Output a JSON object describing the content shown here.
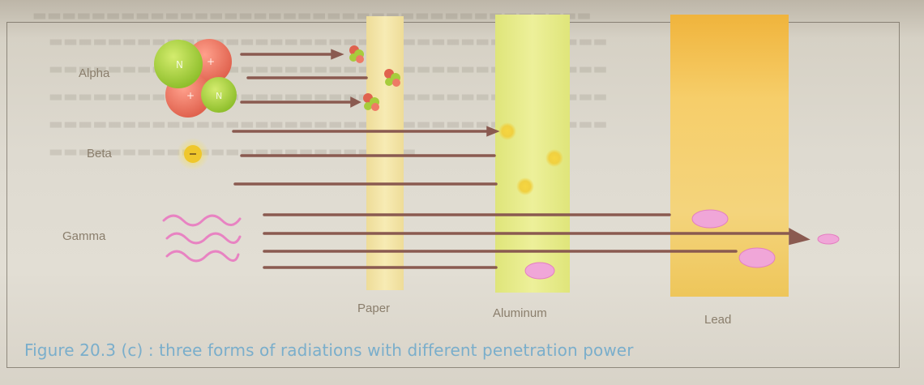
{
  "labels": {
    "alpha": "Alpha",
    "beta": "Beta",
    "gamma": "Gamma",
    "paper": "Paper",
    "aluminum": "Aluminum",
    "lead": "Lead"
  },
  "caption": "Figure 20.3 (c) : three forms of radiations with different penetration power",
  "colors": {
    "arrow": "#8a5a50",
    "alpha_green": "#a7cc3c",
    "alpha_red": "#ee7a66",
    "beta_yellow": "#f2d23a",
    "gamma_pink": "#e986c4",
    "paper": "#f5e7a6",
    "aluminum": "#e8ec8a",
    "lead": "#f1c24e",
    "caption": "#7aaecb"
  },
  "icons": [
    "alpha-nucleus-icon",
    "alpha-particle-icon",
    "beta-particle-icon",
    "gamma-wave-icon",
    "gamma-photon-icon"
  ]
}
